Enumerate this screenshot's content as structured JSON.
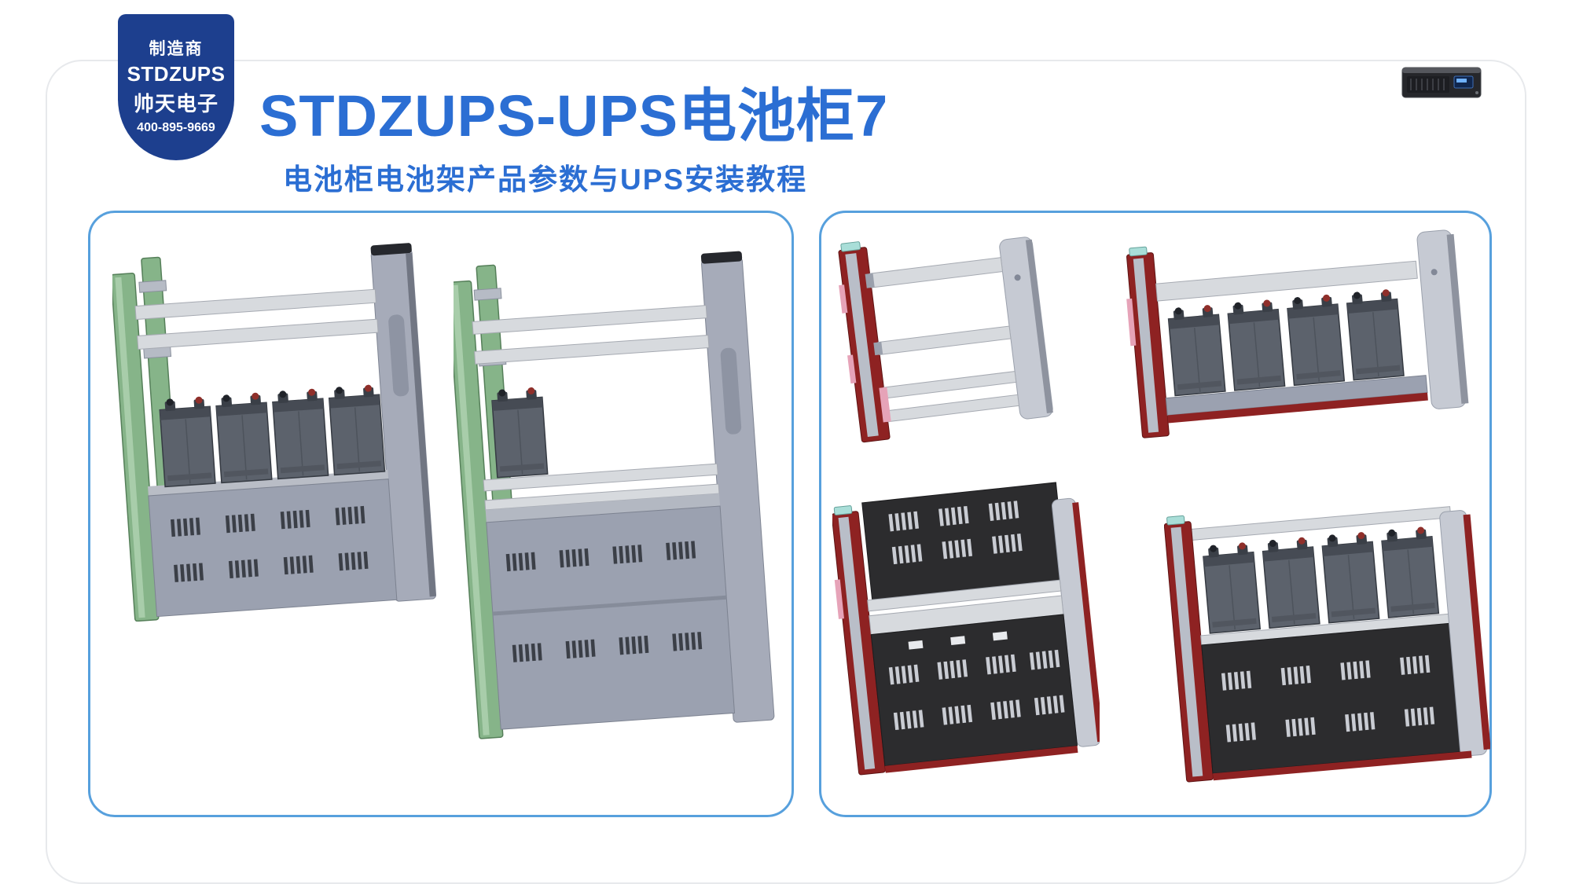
{
  "badge": {
    "label_manufacturer": "制造商",
    "brand": "STDZUPS",
    "company": "帅天电子",
    "phone": "400-895-9669"
  },
  "header": {
    "title": "STDZUPS-UPS电池柜7",
    "subtitle": "电池柜电池架产品参数与UPS安装教程"
  },
  "icons": {
    "top_right": "rack-ups-device-photo"
  },
  "renders": {
    "left_panel": [
      "green-frame-rack-with-four-batteries",
      "green-frame-tall-rack-with-single-battery"
    ],
    "right_panel": [
      "red-frame-empty-rack",
      "red-frame-rack-with-batteries",
      "red-frame-black-cabinet-with-shelf",
      "red-frame-cabinet-with-batteries-on-top"
    ]
  },
  "colors": {
    "accent": "#2b6ed3",
    "badge-bg": "#1d3f8e",
    "panel-border": "#57a0dd",
    "green-rail": "#86b489",
    "gray-panel": "#a6abb9",
    "beam": "#d7dade",
    "battery": "#5c626c",
    "maroon": "#8e2222",
    "black-panel": "#2c2c2e",
    "pink": "#e6a3b8",
    "teal": "#a9ded8"
  }
}
